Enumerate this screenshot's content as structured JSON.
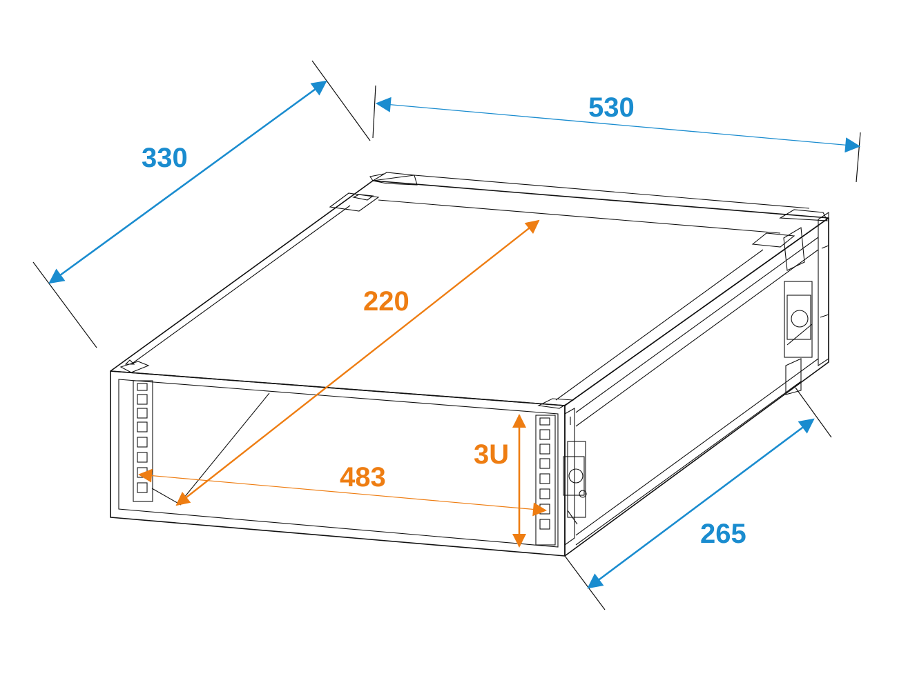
{
  "colors": {
    "outer_dimension": "#1a8ccf",
    "inner_dimension": "#ee7d12",
    "outline": "#111111",
    "background": "#ffffff"
  },
  "dimensions": {
    "depth_outer": "330",
    "width_outer": "530",
    "height_outer": "265",
    "depth_inner": "220",
    "width_inner": "483",
    "height_inner": "3U"
  }
}
